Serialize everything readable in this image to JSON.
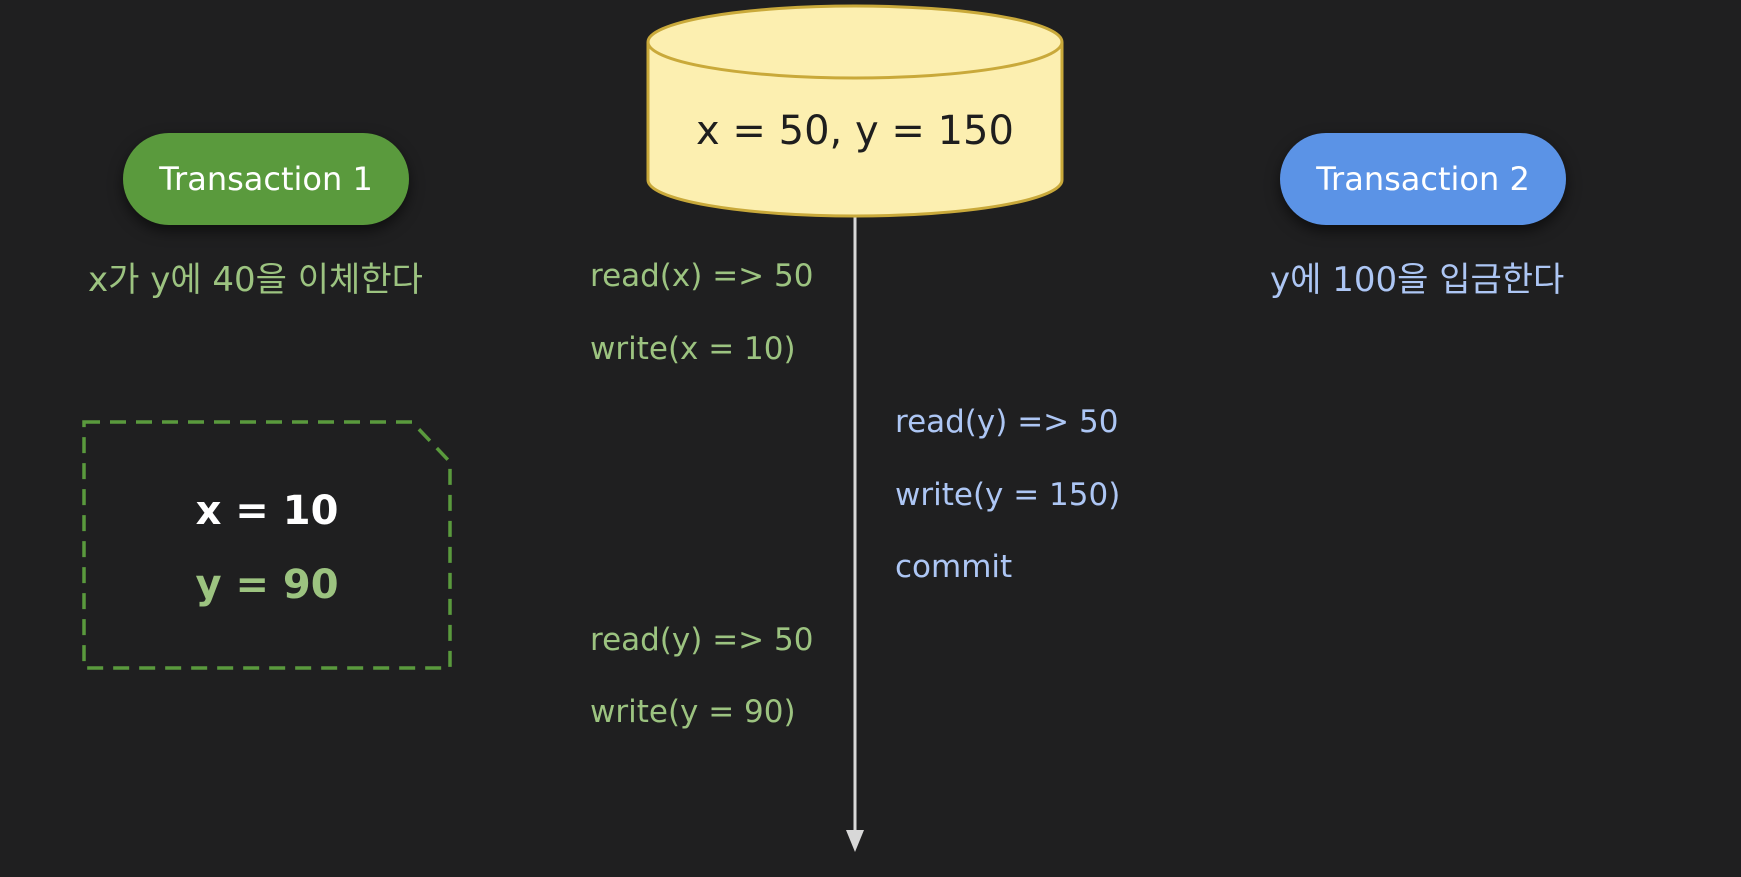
{
  "database": {
    "label": "x = 50, y = 150"
  },
  "transaction1": {
    "title": "Transaction 1",
    "description": "x가 y에 40을 이체한다",
    "operations": [
      "read(x) => 50",
      "write(x = 10)",
      "read(y) => 50",
      "write(y = 90)"
    ],
    "local_state": {
      "x": "x = 10",
      "y": "y = 90"
    }
  },
  "transaction2": {
    "title": "Transaction 2",
    "description": "y에 100을 입금한다",
    "operations": [
      "read(y) => 50",
      "write(y = 150)",
      "commit"
    ]
  },
  "colors": {
    "background": "#1f1f20",
    "transaction1": "#5a9a3d",
    "transaction2": "#5b93e6",
    "database_fill": "#fcefb0",
    "database_stroke": "#c9a93a",
    "timeline": "#d8d8d8"
  }
}
